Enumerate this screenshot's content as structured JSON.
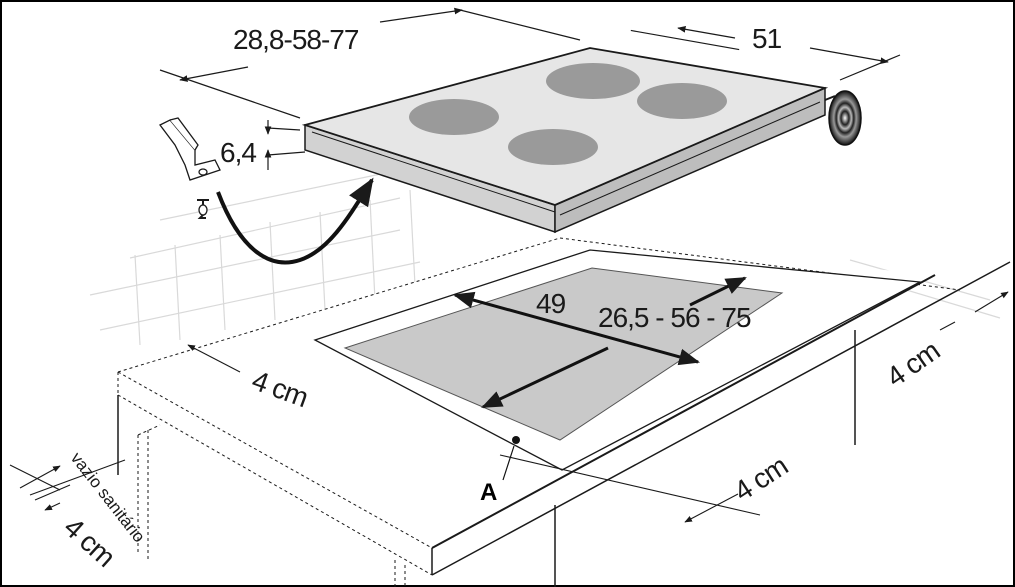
{
  "dimensions": {
    "hob_width": "28,8-58-77",
    "hob_depth": "51",
    "hob_height": "6,4",
    "cutout_depth": "49",
    "cutout_width": "26,5 - 56 - 75",
    "margin_left": "4 cm",
    "margin_back": "4 cm",
    "margin_front": "4 cm",
    "gap_label": "4 cm"
  },
  "labels": {
    "vent_gap": "vazio sanitário",
    "point_a": "A"
  },
  "colors": {
    "outline": "#1a1a1a",
    "hob_surface": "#e6e6e6",
    "hob_side": "#d2d2d2",
    "zone": "#9a9a9a",
    "cutout": "#c9c9c9",
    "tile": "#d9d9d9"
  }
}
